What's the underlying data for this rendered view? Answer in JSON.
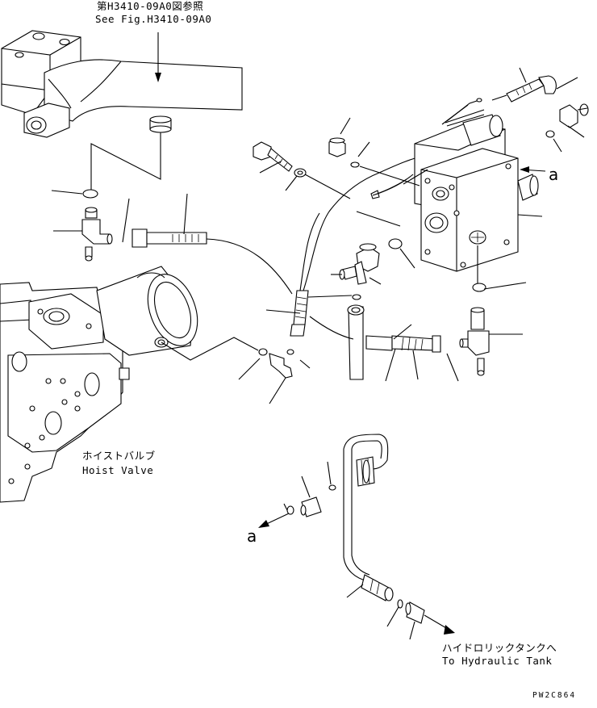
{
  "labels": {
    "ref_jp": "第H3410-09A0図参照",
    "ref_en": "See Fig.H3410-09A0",
    "hoist_jp": "ホイストバルブ",
    "hoist_en": "Hoist Valve",
    "tank_jp": "ハイドロリックタンクへ",
    "tank_en": "To Hydraulic Tank",
    "callout_a1": "a",
    "callout_a2": "a",
    "drawing_no": "PW2C864"
  }
}
